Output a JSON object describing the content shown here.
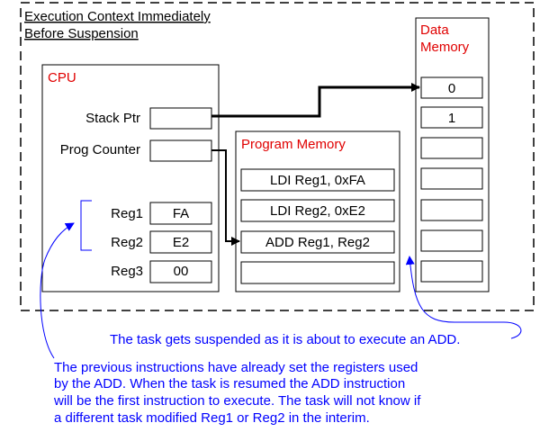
{
  "context": {
    "title_line1": "Execution Context Immediately",
    "title_line2": "Before Suspension"
  },
  "cpu": {
    "label": "CPU",
    "stack_ptr_label": "Stack Ptr",
    "prog_counter_label": "Prog Counter",
    "registers": [
      {
        "name": "Reg1",
        "value": "FA"
      },
      {
        "name": "Reg2",
        "value": "E2"
      },
      {
        "name": "Reg3",
        "value": "00"
      }
    ]
  },
  "program_memory": {
    "label": "Program Memory",
    "instructions": [
      "LDI Reg1, 0xFA",
      "LDI Reg2, 0xE2",
      "ADD Reg1, Reg2",
      ""
    ]
  },
  "data_memory": {
    "label_line1": "Data",
    "label_line2": "Memory",
    "cells": [
      "0",
      "1",
      "",
      "",
      "",
      "",
      "",
      ""
    ]
  },
  "notes": {
    "suspended": "The task gets suspended as it is about to execute an ADD.",
    "previous": [
      "The previous instructions have already set the registers used",
      "by the ADD.  When the task is resumed the ADD instruction",
      "will be the first instruction to execute.  The task will not know if",
      "a different task modified Reg1 or Reg2 in the interim."
    ]
  },
  "colors": {
    "accent_red": "#e00000",
    "annotation_blue": "#0000ff"
  }
}
